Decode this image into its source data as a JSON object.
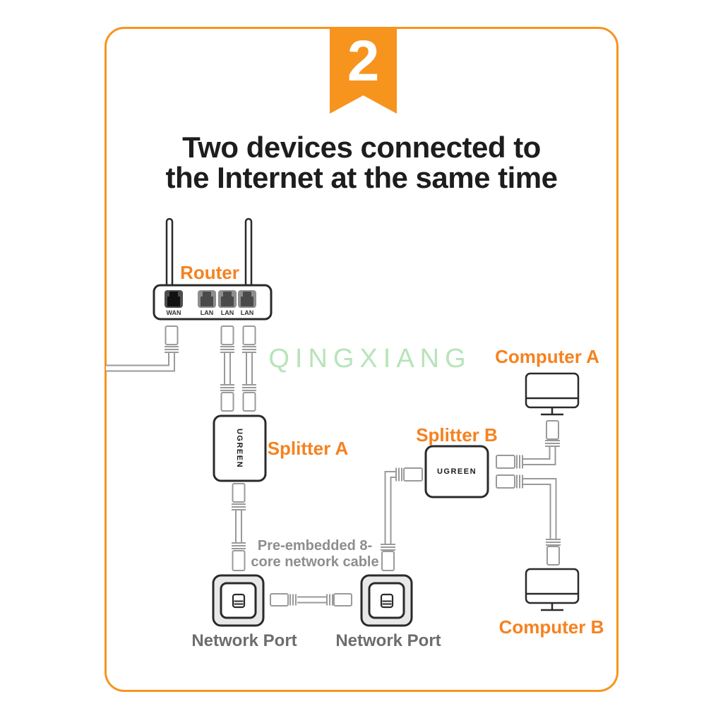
{
  "badge": {
    "number": "2"
  },
  "title": {
    "line1": "Two devices connected to",
    "line2": "the Internet at the same time"
  },
  "watermark": {
    "text": "QINGXIANG"
  },
  "labels": {
    "router": "Router",
    "splitter_a": "Splitter A",
    "splitter_b": "Splitter B",
    "computer_a": "Computer A",
    "computer_b": "Computer B",
    "network_port_left": "Network Port",
    "network_port_right": "Network Port"
  },
  "note": {
    "line1": "Pre-embedded 8-",
    "line2": "core network cable"
  },
  "router": {
    "ports": [
      "WAN",
      "LAN",
      "LAN",
      "LAN"
    ]
  },
  "brands": {
    "splitter_a": "UGREEN",
    "splitter_b": "UGREEN"
  },
  "colors": {
    "accent_orange": "#F7941E",
    "label_orange": "#F58220",
    "cable_gray": "#9A9A9A",
    "outline_dark": "#2A2A2A",
    "note_gray": "#8E8E8E",
    "device_label_gray": "#6D6D6D",
    "watermark_green": "#B7E4B9"
  }
}
